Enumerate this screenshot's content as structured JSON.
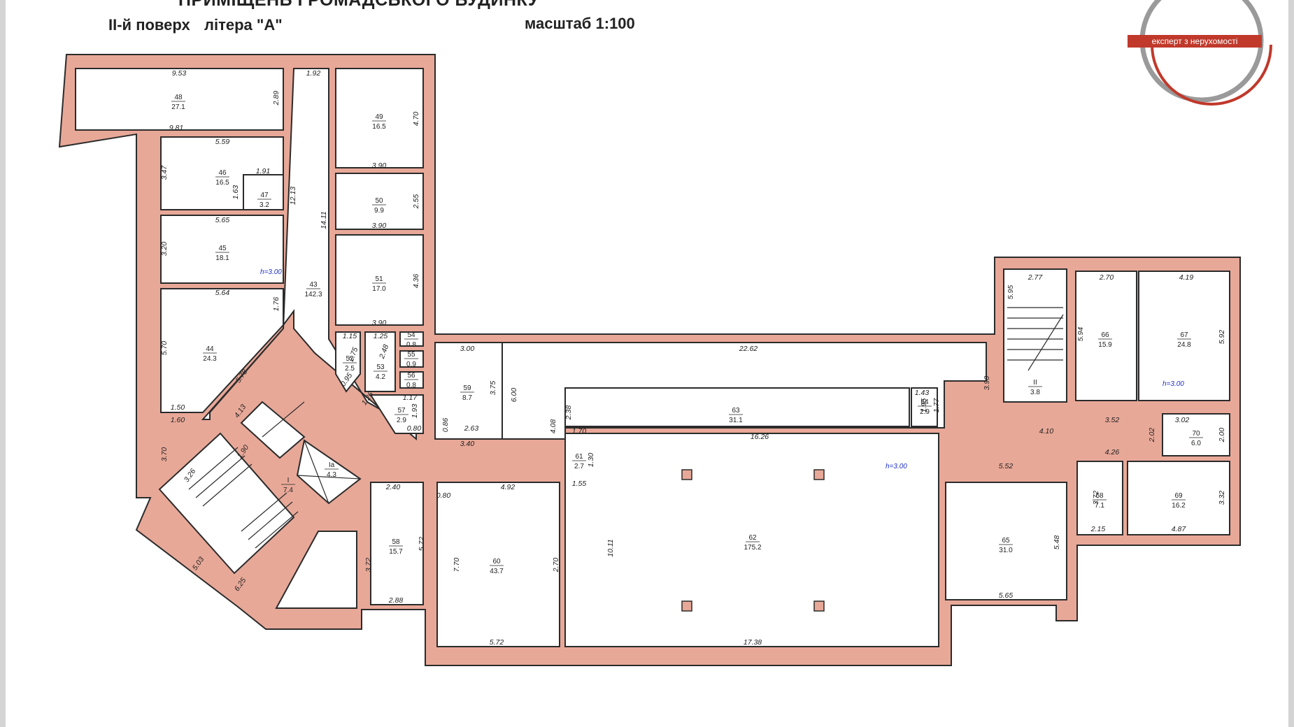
{
  "header": {
    "title": "ПРИМІЩЕНЬ ГРОМАДСЬКОГО БУДИНКУ",
    "floor": "II-й поверх",
    "letter": "літера \"А\"",
    "scale": "масштаб 1:100"
  },
  "watermark": {
    "text": "експерт з нерухомості",
    "color": "#c0392b"
  },
  "colors": {
    "wall": "#e8a898",
    "wall_stroke": "#2b2b2b",
    "room": "#ffffff",
    "height_note": "#2233cc"
  },
  "rooms": [
    {
      "id": "48",
      "area": "27.1"
    },
    {
      "id": "49",
      "area": "16.5"
    },
    {
      "id": "46",
      "area": "16.5"
    },
    {
      "id": "47",
      "area": "3.2"
    },
    {
      "id": "50",
      "area": "9.9"
    },
    {
      "id": "45",
      "area": "18.1"
    },
    {
      "id": "43",
      "area": "142.3"
    },
    {
      "id": "51",
      "area": "17.0"
    },
    {
      "id": "44",
      "area": "24.3"
    },
    {
      "id": "52",
      "area": "2.5"
    },
    {
      "id": "53",
      "area": "4.2"
    },
    {
      "id": "54",
      "area": "0.8"
    },
    {
      "id": "55",
      "area": "0.9"
    },
    {
      "id": "56",
      "area": "0.8"
    },
    {
      "id": "57",
      "area": "2.9"
    },
    {
      "id": "59",
      "area": "8.7"
    },
    {
      "id": "63",
      "area": "31.1"
    },
    {
      "id": "64",
      "area": "2.9"
    },
    {
      "id": "61",
      "area": "2.7"
    },
    {
      "id": "62",
      "area": "175.2"
    },
    {
      "id": "58",
      "area": "15.7"
    },
    {
      "id": "60",
      "area": "43.7"
    },
    {
      "id": "65",
      "area": "31.0"
    },
    {
      "id": "II",
      "area": "3.8"
    },
    {
      "id": "66",
      "area": "15.9"
    },
    {
      "id": "67",
      "area": "24.8"
    },
    {
      "id": "70",
      "area": "6.0"
    },
    {
      "id": "68",
      "area": "7.1"
    },
    {
      "id": "69",
      "area": "16.2"
    },
    {
      "id": "I",
      "area": "7.4"
    },
    {
      "id": "Ia",
      "area": "4.3"
    }
  ],
  "dimensions": [
    "9.53",
    "1.92",
    "9.81",
    "2.89",
    "4.70",
    "5.59",
    "1.91",
    "1.63",
    "3.47",
    "12.13",
    "14.11",
    "3.90",
    "2.55",
    "5.65",
    "3.90",
    "3.20",
    "4.36",
    "5.64",
    "1.76",
    "3.90",
    "5.70",
    "5.78",
    "1.50",
    "1.60",
    "1.15",
    "1.25",
    "2.75",
    "2.48",
    "3.00",
    "3.75",
    "6.00",
    "0.95",
    "1.26",
    "1.17",
    "1.93",
    "0.86",
    "0.80",
    "2.63",
    "3.40",
    "22.62",
    "2.77",
    "2.70",
    "4.19",
    "5.95",
    "5.94",
    "5.92",
    "3.90",
    "4.10",
    "3.52",
    "3.02",
    "2.02",
    "2.00",
    "4.26",
    "1.43",
    "1.95",
    "1.77",
    "2.38",
    "4.08",
    "1.70",
    "16.26",
    "1.30",
    "1.55",
    "5.52",
    "4.13",
    "1.90",
    "3.26",
    "3.70",
    "2.40",
    "0.80",
    "4.92",
    "5.72",
    "3.72",
    "2.88",
    "7.70",
    "2.70",
    "10.11",
    "5.48",
    "5.65",
    "2.15",
    "3.72",
    "4.87",
    "3.32",
    "5.03",
    "6.25",
    "5.72",
    "17.38"
  ],
  "heights": [
    "h=3.00",
    "h=3.00",
    "h=3.00"
  ]
}
